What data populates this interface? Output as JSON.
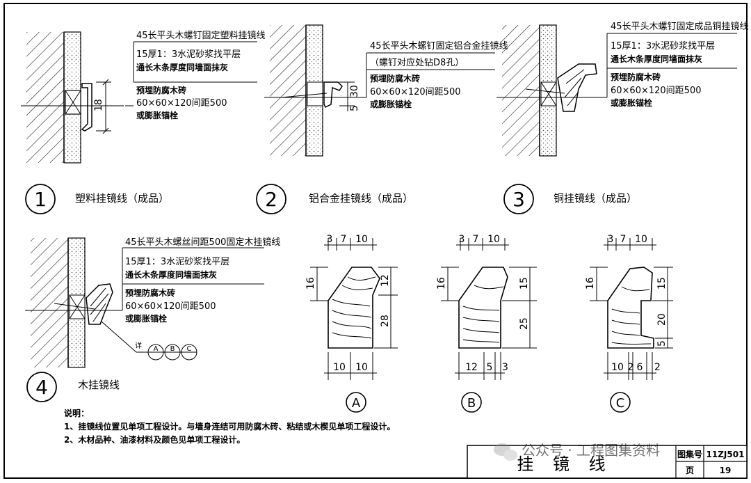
{
  "details": [
    {
      "number": "1",
      "caption": "塑料挂镜线（成品）",
      "notes": [
        "45长平头木螺钉固定塑料挂镜线",
        "15厚1：3水泥砂浆找平层",
        "通长木条厚度同墙面抹灰",
        "预埋防腐木砖",
        "60×60×120间距500",
        "或膨胀锚栓"
      ],
      "dims": [
        "18"
      ]
    },
    {
      "number": "2",
      "caption": "铝合金挂镜线（成品）",
      "notes": [
        "45长平头木螺钉固定铝合金挂镜线",
        "（螺钉对应处钻D8孔）",
        "预埋防腐木砖",
        "60×60×120间距500",
        "或膨胀锚栓"
      ],
      "dims": [
        "30",
        "5"
      ]
    },
    {
      "number": "3",
      "caption": "铜挂镜线（成品）",
      "notes": [
        "45长平头木螺钉固定成品铜挂镜线",
        "15厚1：3水泥砂浆找平层",
        "通长木条厚度同墙面抹灰",
        "预埋防腐木砖",
        "60×60×120间距500",
        "或膨胀锚栓"
      ]
    },
    {
      "number": "4",
      "caption": "木挂镜线",
      "notes": [
        "45长平头木螺丝间距500固定木挂镜线",
        "15厚1：3水泥砂浆找平层",
        "通长木条厚度同墙面抹灰",
        "预埋防腐木砖",
        "60×60×120间距500",
        "或膨胀锚栓"
      ],
      "ref_label": "详",
      "ref_letters": [
        "A",
        "B",
        "C"
      ]
    }
  ],
  "profiles": [
    {
      "label": "A",
      "top_dims": [
        "3",
        "7",
        "10"
      ],
      "left_dim": "16",
      "right_dims": [
        "12",
        "28"
      ],
      "bottom_dims": [
        "10",
        "10"
      ]
    },
    {
      "label": "B",
      "top_dims": [
        "3",
        "7",
        "10"
      ],
      "left_dim": "16",
      "right_dims": [
        "15",
        "25"
      ],
      "bottom_dims": [
        "12",
        "5",
        "3"
      ]
    },
    {
      "label": "C",
      "top_dims": [
        "3",
        "7",
        "10"
      ],
      "left_dim": "16",
      "right_dims": [
        "15",
        "20",
        "5"
      ],
      "bottom_dims": [
        "10",
        "2",
        "6",
        "2"
      ]
    }
  ],
  "notes": {
    "heading": "说明：",
    "items": [
      "1、挂镜线位置见单项工程设计。与墙身连结可用防腐木砖、粘结或木楔见单项工程设计。",
      "2、木材品种、油漆材料及颜色见单项工程设计。"
    ]
  },
  "title_block": {
    "title": "挂 镜 线",
    "atlas_label": "图集号",
    "atlas_no": "11ZJ501",
    "page_label": "页",
    "page_no": "19"
  },
  "watermark": "公众号 · 工程图集资料"
}
